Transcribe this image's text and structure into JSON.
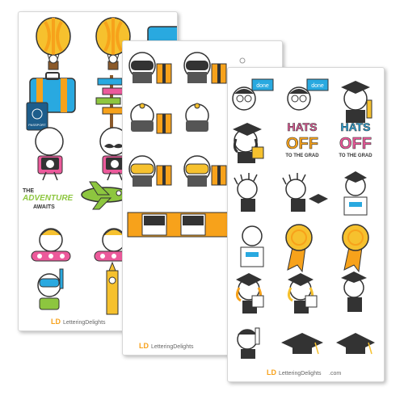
{
  "colors": {
    "orange": "#f7a21b",
    "yellow": "#f6c12e",
    "green": "#8dc63f",
    "blue": "#29a9e0",
    "pink": "#ec5a9b",
    "red": "#e5342e",
    "dark": "#333333"
  },
  "brand": {
    "mark": "LD",
    "name": "LetteringDelights",
    "suffix": ".com"
  },
  "sheets": {
    "travel": {
      "adventure_line1": "THE",
      "adventure_line2": "ADVENTURE",
      "adventure_line3": "AWAITS",
      "passport_label": "PASSPORT"
    },
    "grad": {
      "sign_text": "done",
      "hats": "HATS",
      "off": "OFF",
      "to_the_grad": "TO THE GRAD"
    }
  },
  "icons": [
    "hot-air-balloon-icon",
    "suitcase-icon",
    "signpost-icon",
    "photographer-icon",
    "airplane-icon",
    "girl-float-icon",
    "snorkel-icon",
    "big-ben-icon",
    "goggle-kid-icon",
    "grad-cap-icon",
    "ribbon-award-icon",
    "diploma-icon"
  ]
}
